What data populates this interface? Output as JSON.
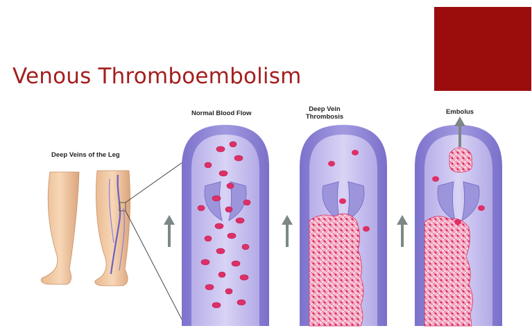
{
  "slide": {
    "title": "Venous Thromboembolism",
    "colors": {
      "accent": "#9b0d0d",
      "title": "#a41e1e",
      "vein_wall": "#8f86d6",
      "vein_lumen": "#c9c0ee",
      "blood_cell": "#e0346a",
      "clot": "#f2a6bf",
      "arrow": "#7d8787"
    }
  },
  "illustration": {
    "leg_label": "Deep Veins of the Leg",
    "panels": [
      {
        "label_lines": [
          "Normal Blood Flow"
        ],
        "flow_icon": "up-arrow-icon"
      },
      {
        "label_lines": [
          "Deep Vein",
          "Thrombosis"
        ],
        "flow_icon": "up-arrow-icon"
      },
      {
        "label_lines": [
          "Embolus"
        ],
        "flow_icon": "up-arrow-icon"
      }
    ]
  }
}
